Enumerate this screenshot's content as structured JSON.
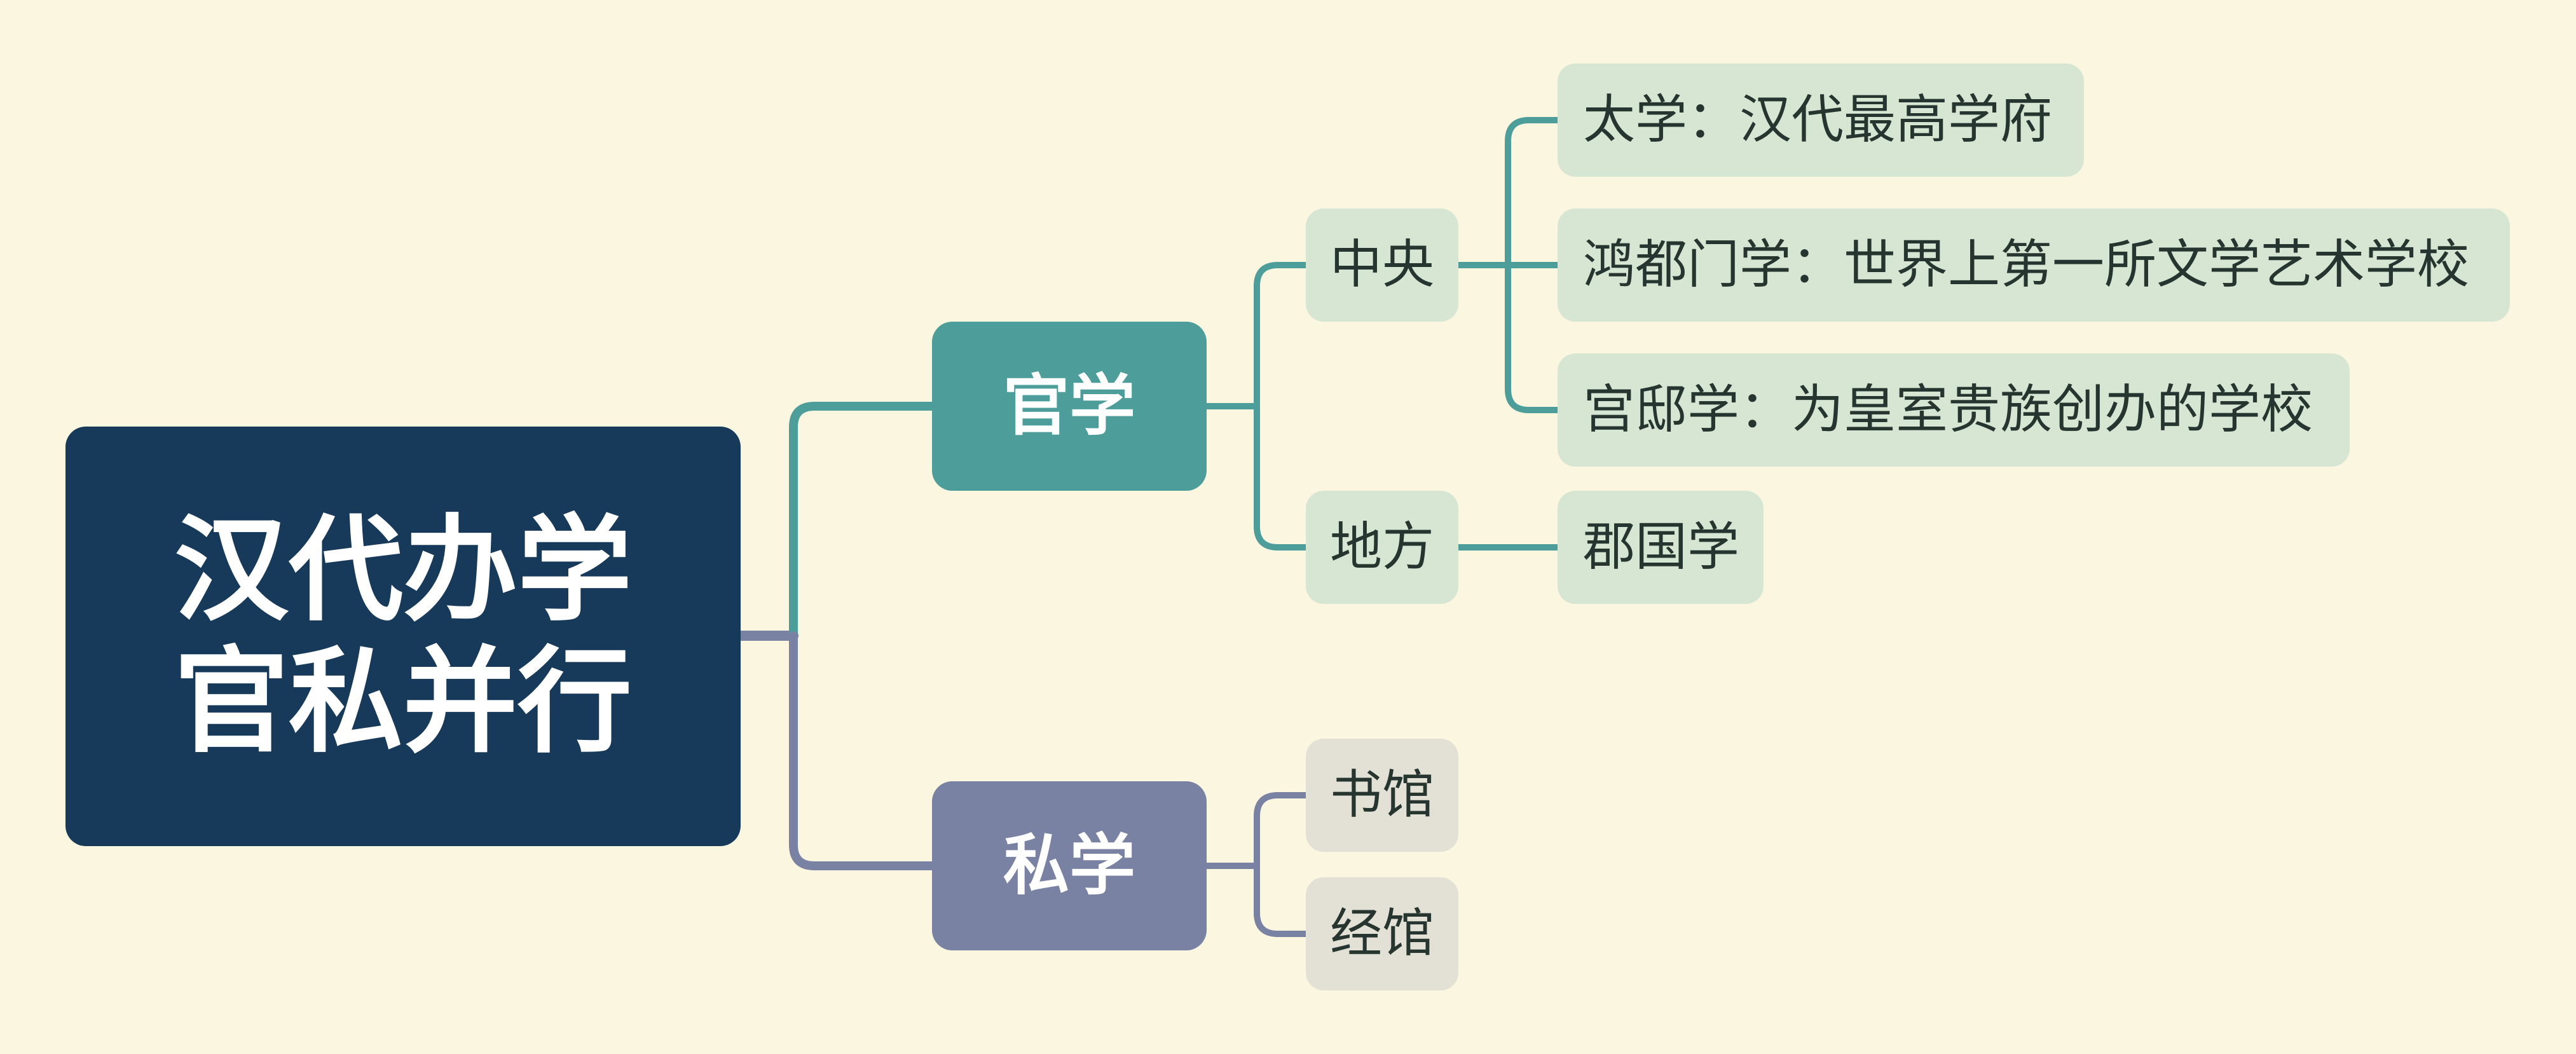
{
  "root": {
    "line1": "汉代办学",
    "line2": "官私并行"
  },
  "branches": {
    "official": {
      "label": "官学",
      "central": {
        "label": "中央",
        "items": [
          "太学：汉代最高学府",
          "鸿都门学：世界上第一所文学艺术学校",
          "宫邸学：为皇室贵族创办的学校"
        ]
      },
      "local": {
        "label": "地方",
        "items": [
          "郡国学"
        ]
      }
    },
    "private": {
      "label": "私学",
      "items": [
        "书馆",
        "经馆"
      ]
    }
  },
  "colors": {
    "background": "#faf6df",
    "root": "#173a5b",
    "official": "#4d9e9b",
    "private": "#7a82a3",
    "official_light": "#d7e5d3",
    "private_light": "#e3e1d5"
  }
}
